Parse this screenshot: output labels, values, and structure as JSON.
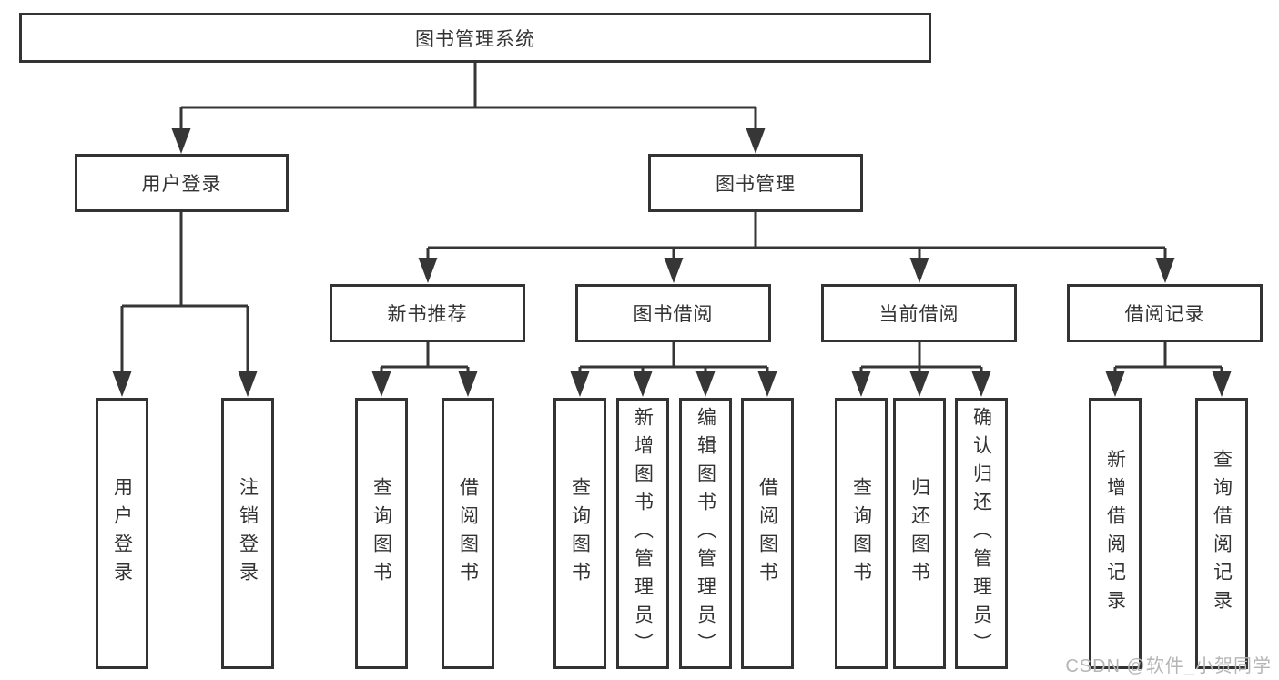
{
  "colors": {
    "line": "#363636",
    "border": "#333333",
    "text": "#333333",
    "background": "#ffffff",
    "watermark": "#b5b5b5"
  },
  "watermark": {
    "text": "CSDN @软件_小贺同学"
  },
  "tree": {
    "root": {
      "label": "图书管理系统",
      "children": [
        {
          "label": "用户登录",
          "children": [
            {
              "label": "用户登录"
            },
            {
              "label": "注销登录"
            }
          ]
        },
        {
          "label": "图书管理",
          "children": [
            {
              "label": "新书推荐",
              "children": [
                {
                  "label": "查询图书"
                },
                {
                  "label": "借阅图书"
                }
              ]
            },
            {
              "label": "图书借阅",
              "children": [
                {
                  "label": "查询图书"
                },
                {
                  "label": "新增图书（管理员）"
                },
                {
                  "label": "编辑图书（管理员）"
                },
                {
                  "label": "借阅图书"
                }
              ]
            },
            {
              "label": "当前借阅",
              "children": [
                {
                  "label": "查询图书"
                },
                {
                  "label": "归还图书"
                },
                {
                  "label": "确认归还（管理员）"
                }
              ]
            },
            {
              "label": "借阅记录",
              "children": [
                {
                  "label": "新增借阅记录"
                },
                {
                  "label": "查询借阅记录"
                }
              ]
            }
          ]
        }
      ]
    }
  }
}
